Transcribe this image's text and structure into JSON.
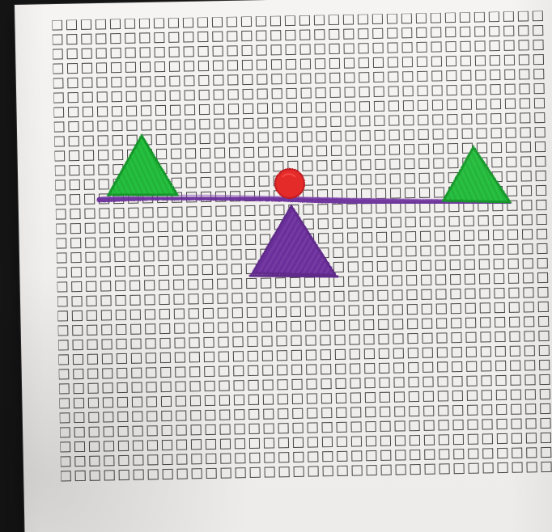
{
  "colors": {
    "background": "#161617",
    "paper": "#f4f2f0",
    "grid_stroke": "#343434",
    "purple": "#6a2f9a",
    "green": "#20b338",
    "red": "#e52c2b"
  },
  "objects": {
    "left_triangle": "green-triangle",
    "right_triangle": "green-triangle",
    "center_ball": "red-ball",
    "fulcrum": "purple-triangle",
    "beam": "purple-line"
  }
}
